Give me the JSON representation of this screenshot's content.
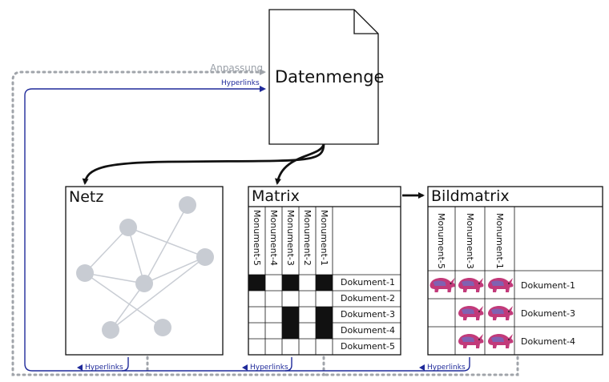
{
  "source": {
    "title": "Datenmenge"
  },
  "flows": {
    "adaptation": "Anpassung",
    "hyperlinks": "Hyperlinks"
  },
  "panels": {
    "network": {
      "title": "Netz"
    },
    "matrix": {
      "title": "Matrix",
      "columns": [
        "Monument-5",
        "Monument-4",
        "Monument-3",
        "Monument-2",
        "Monument-1"
      ],
      "rows": [
        "Dokument-1",
        "Dokument-2",
        "Dokument-3",
        "Dokument-4",
        "Dokument-5"
      ],
      "cells": [
        [
          1,
          0,
          1,
          0,
          1
        ],
        [
          0,
          0,
          0,
          0,
          0
        ],
        [
          0,
          0,
          1,
          0,
          1
        ],
        [
          0,
          0,
          1,
          0,
          1
        ],
        [
          0,
          0,
          0,
          0,
          0
        ]
      ]
    },
    "image_matrix": {
      "title": "Bildmatrix",
      "columns": [
        "Monument-5",
        "Monument-3",
        "Monument-1"
      ],
      "rows": [
        "Dokument-1",
        "Dokument-3",
        "Dokument-4"
      ],
      "cells": [
        [
          1,
          1,
          1
        ],
        [
          0,
          1,
          1
        ],
        [
          0,
          1,
          1
        ]
      ]
    }
  },
  "colors": {
    "hyperlink": "#1f2a9a",
    "adaptation": "#a0a4aa",
    "node": "#c8ccd3",
    "edge": "#c9cdd4",
    "filled_cell": "#111111",
    "rhino_body": "#c23a7a",
    "rhino_shade": "#6b6fc4"
  },
  "icons": {
    "source_document": "document-icon",
    "image_cell": "rhinoceros-image"
  }
}
